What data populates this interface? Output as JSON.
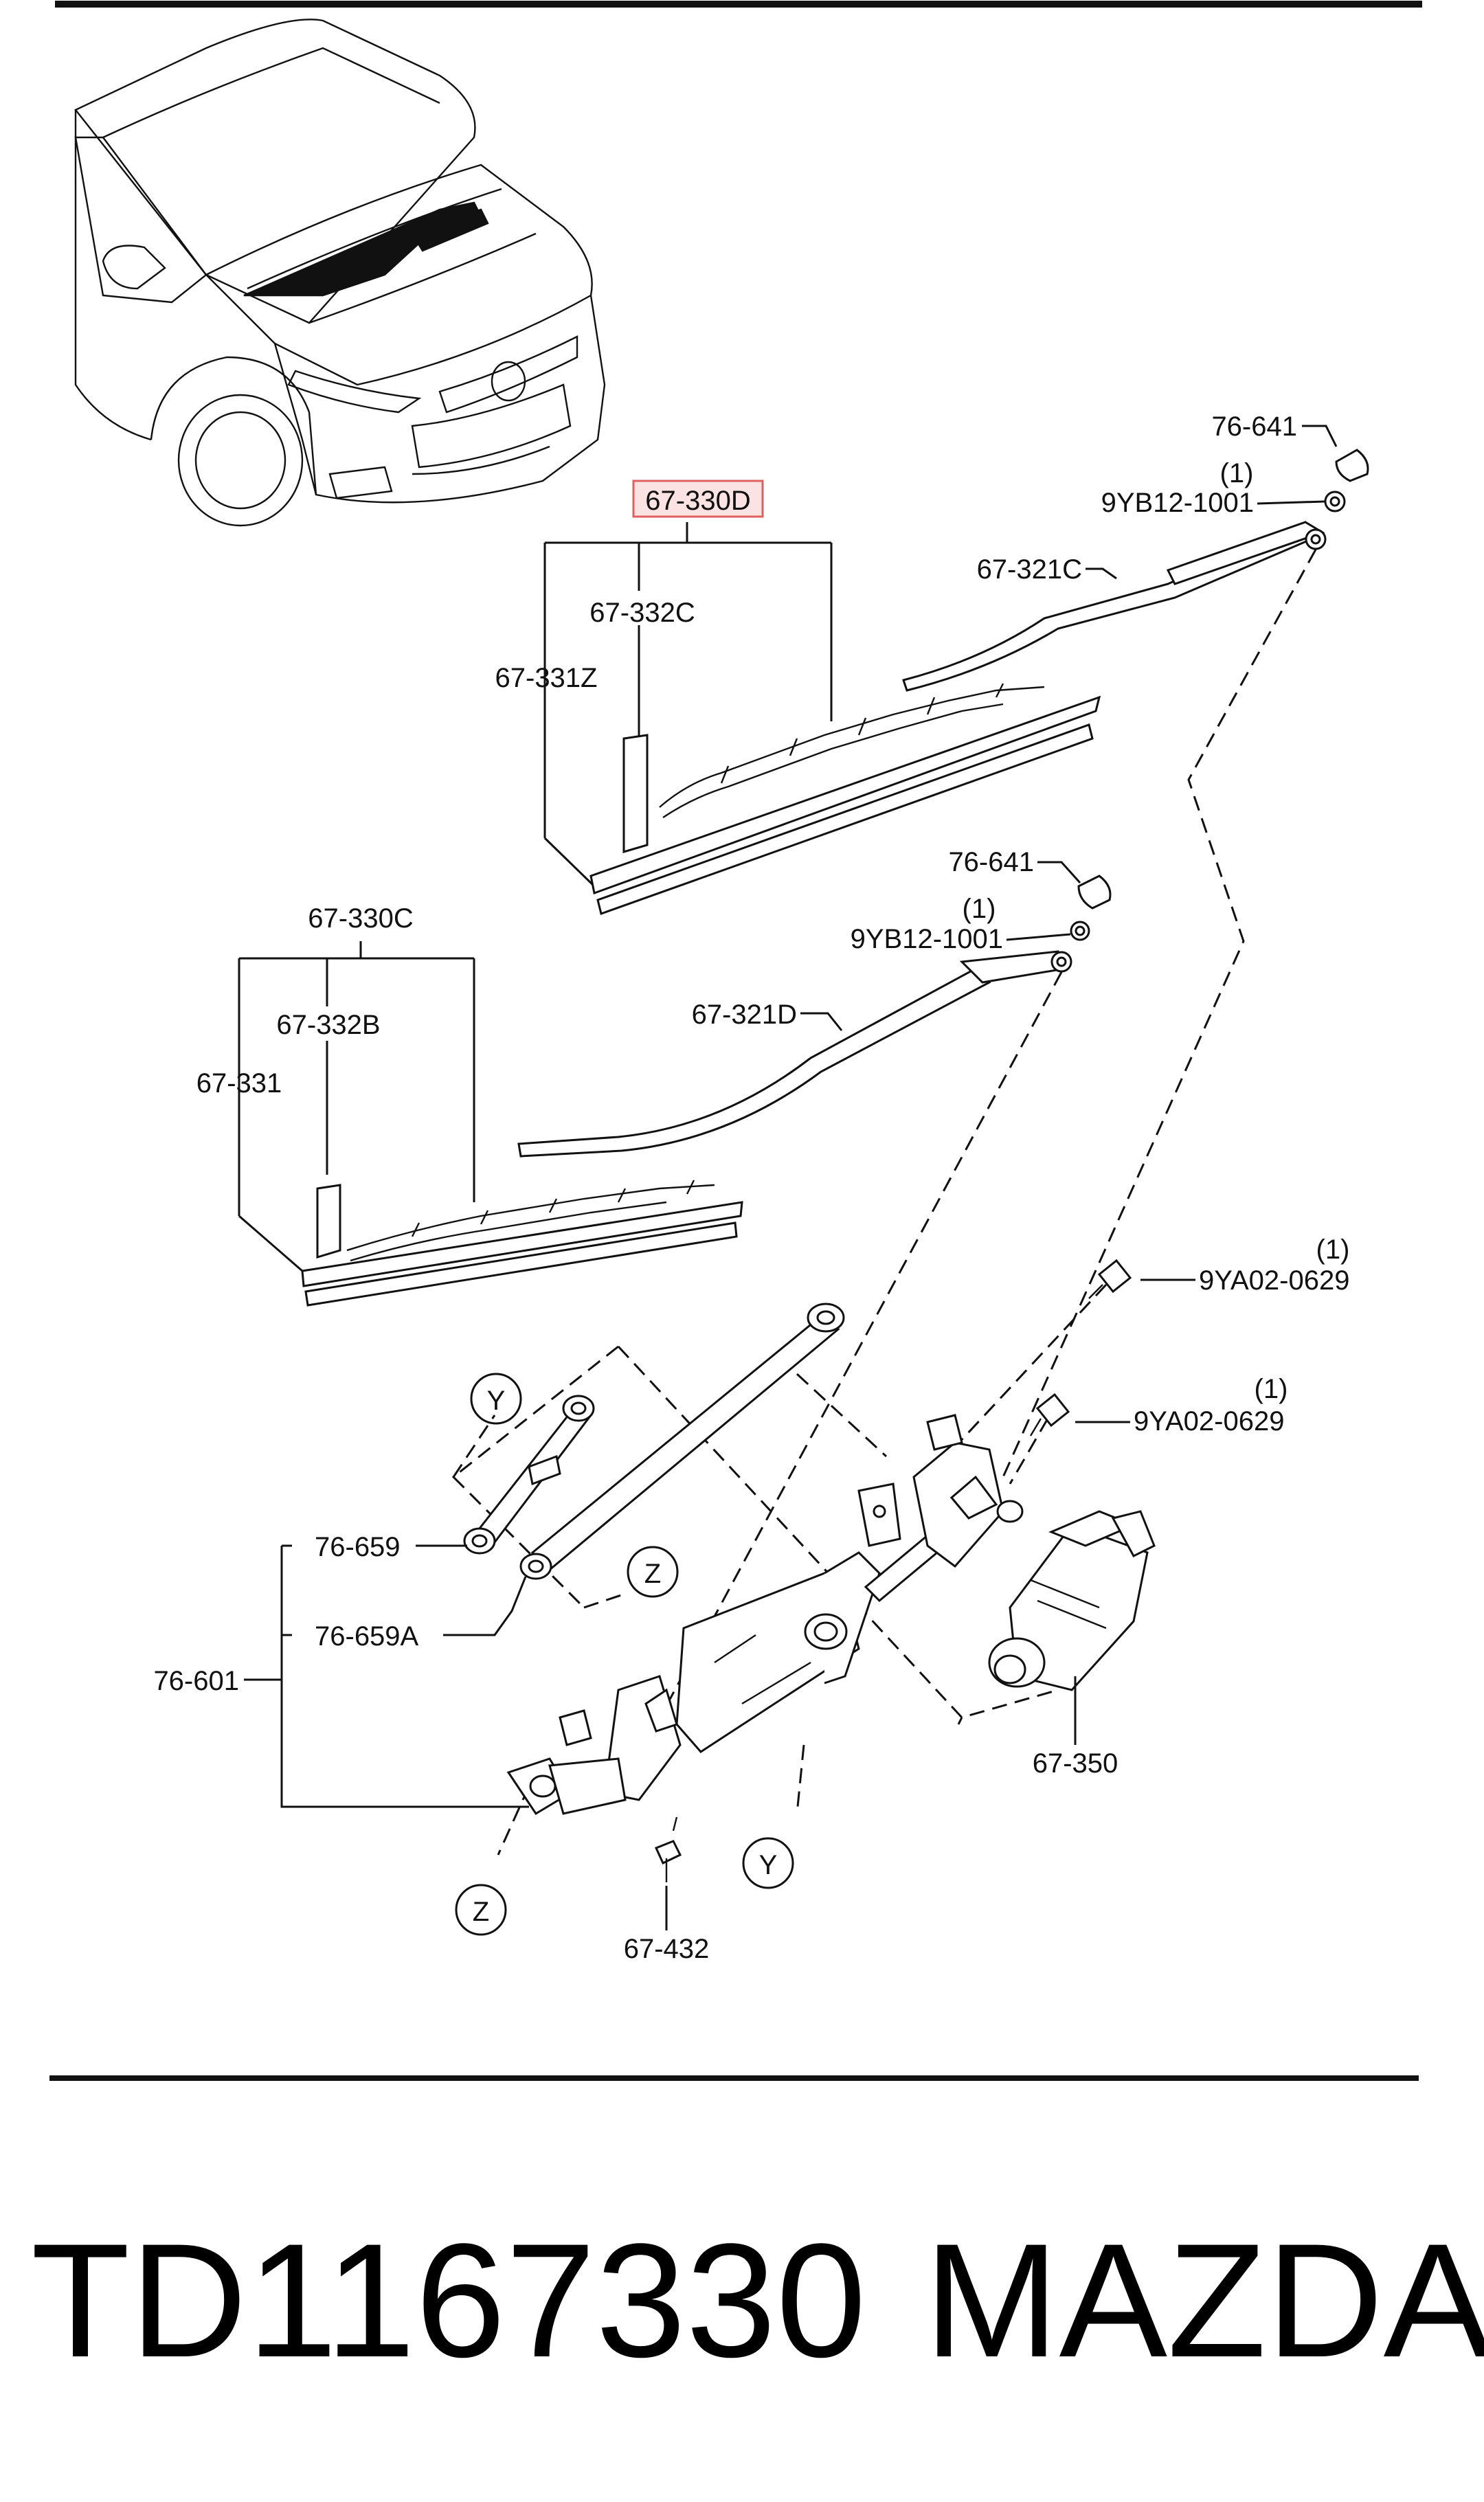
{
  "diagram": {
    "labels": {
      "blade_a_assembly": "67-330D",
      "blade_a_refill": "67-332C",
      "blade_a_blade": "67-331Z",
      "cap_a": "76-641",
      "nut_a_qty": "(1)",
      "nut_a": "9YB12-1001",
      "arm_a": "67-321C",
      "cap_b": "76-641",
      "nut_b_qty": "(1)",
      "nut_b": "9YB12-1001",
      "blade_b_assembly": "67-330C",
      "blade_b_refill": "67-332B",
      "blade_b_blade": "67-331",
      "arm_b": "67-321D",
      "bolt_a_qty": "(1)",
      "bolt_a": "9YA02-0629",
      "bolt_b_qty": "(1)",
      "bolt_b": "9YA02-0629",
      "rod_a": "76-659",
      "rod_b": "76-659A",
      "linkage": "76-601",
      "motor": "67-350",
      "screw": "67-432",
      "ref_y1": "Y",
      "ref_z1": "Z",
      "ref_y2": "Y",
      "ref_z2": "Z"
    },
    "highlight_color": "#e06060"
  },
  "footer": {
    "part_number": "TD1167330",
    "brand": "MAZDA"
  }
}
